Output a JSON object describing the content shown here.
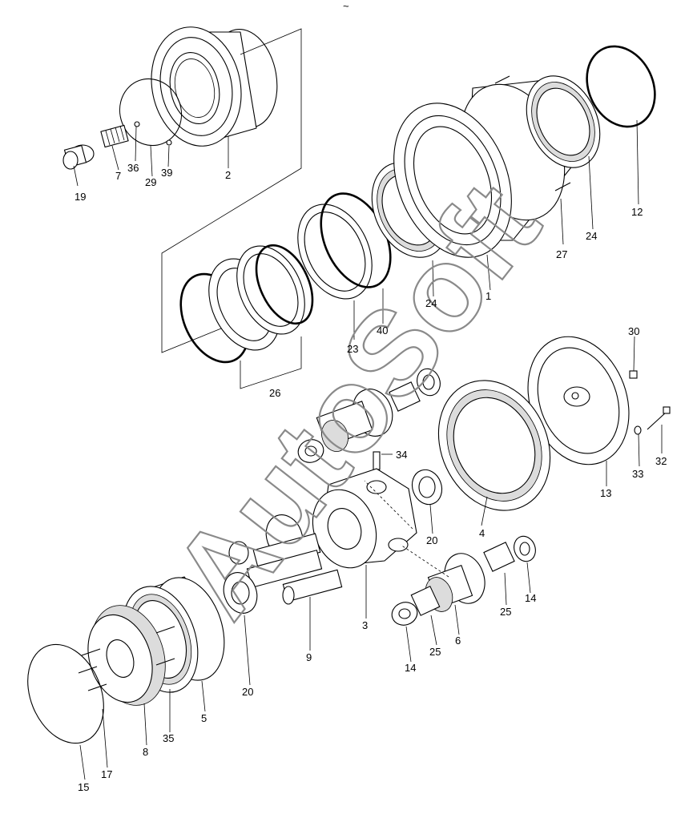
{
  "header": {
    "mark": "~"
  },
  "watermark": {
    "text": "AutoSoft"
  },
  "callouts": [
    {
      "id": "c-19",
      "label": "19"
    },
    {
      "id": "c-7",
      "label": "7"
    },
    {
      "id": "c-36",
      "label": "36"
    },
    {
      "id": "c-29",
      "label": "29"
    },
    {
      "id": "c-39",
      "label": "39"
    },
    {
      "id": "c-2",
      "label": "2"
    },
    {
      "id": "c-12",
      "label": "12"
    },
    {
      "id": "c-24a",
      "label": "24"
    },
    {
      "id": "c-27",
      "label": "27"
    },
    {
      "id": "c-24b",
      "label": "24"
    },
    {
      "id": "c-1",
      "label": "1"
    },
    {
      "id": "c-40",
      "label": "40"
    },
    {
      "id": "c-23",
      "label": "23"
    },
    {
      "id": "c-26",
      "label": "26"
    },
    {
      "id": "c-30",
      "label": "30"
    },
    {
      "id": "c-32",
      "label": "32"
    },
    {
      "id": "c-33",
      "label": "33"
    },
    {
      "id": "c-13",
      "label": "13"
    },
    {
      "id": "c-34",
      "label": "34"
    },
    {
      "id": "c-20a",
      "label": "20"
    },
    {
      "id": "c-4",
      "label": "4"
    },
    {
      "id": "c-14a",
      "label": "14"
    },
    {
      "id": "c-25a",
      "label": "25"
    },
    {
      "id": "c-6",
      "label": "6"
    },
    {
      "id": "c-25b",
      "label": "25"
    },
    {
      "id": "c-14b",
      "label": "14"
    },
    {
      "id": "c-3",
      "label": "3"
    },
    {
      "id": "c-9",
      "label": "9"
    },
    {
      "id": "c-20b",
      "label": "20"
    },
    {
      "id": "c-5",
      "label": "5"
    },
    {
      "id": "c-35",
      "label": "35"
    },
    {
      "id": "c-8",
      "label": "8"
    },
    {
      "id": "c-17",
      "label": "17"
    },
    {
      "id": "c-15",
      "label": "15"
    }
  ]
}
